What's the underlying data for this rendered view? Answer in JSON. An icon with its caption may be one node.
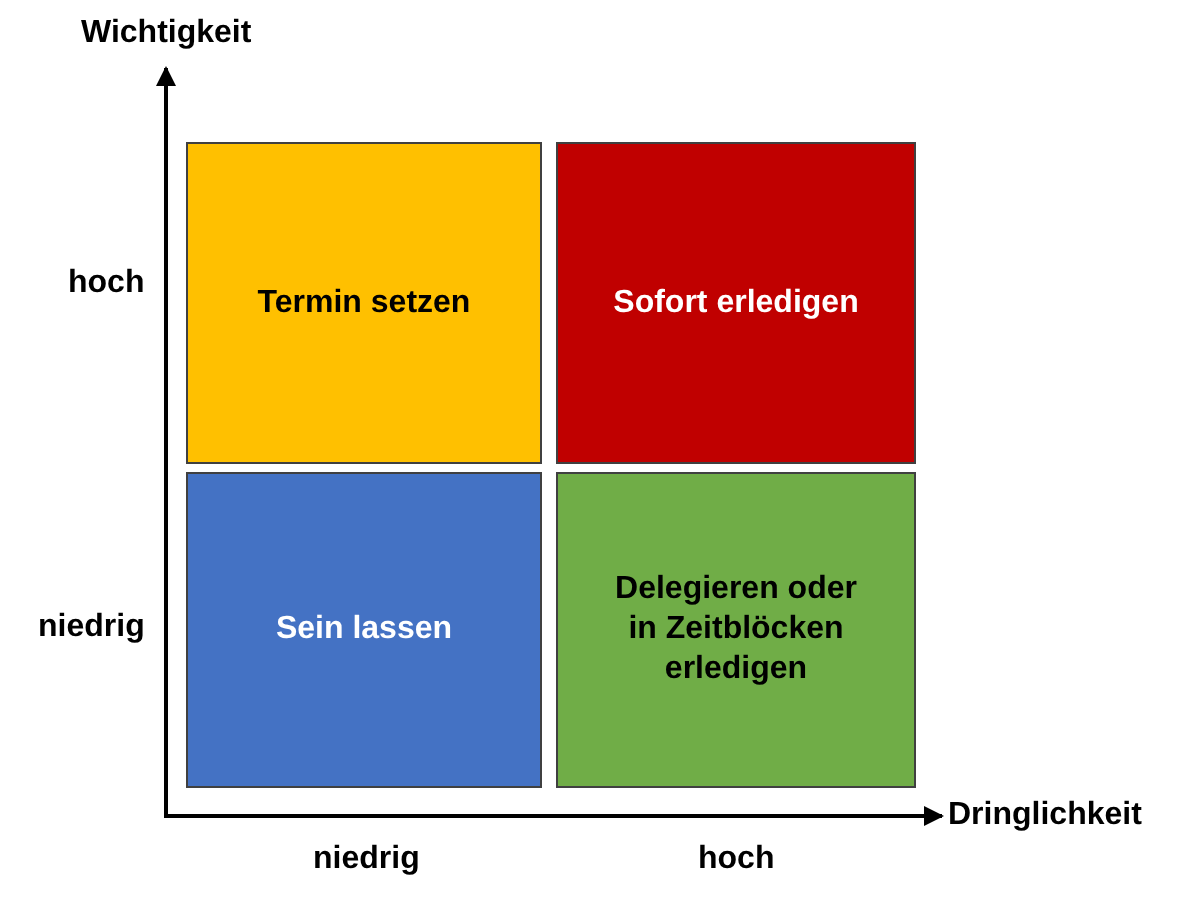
{
  "diagram": {
    "nodes": [
      {
        "text": [
          "Termin setzen"
        ]
      },
      {
        "text": [
          "Sofort erledigen"
        ]
      },
      {
        "text": [
          "Sein lassen"
        ]
      },
      {
        "text": [
          "Delegieren oder in Zeitblöcken erledigen"
        ]
      }
    ],
    "labels": [
      "Wichtigkeit",
      "hoch",
      "niedrig",
      "Dringlichkeit",
      "niedrig",
      "hoch"
    ]
  }
}
